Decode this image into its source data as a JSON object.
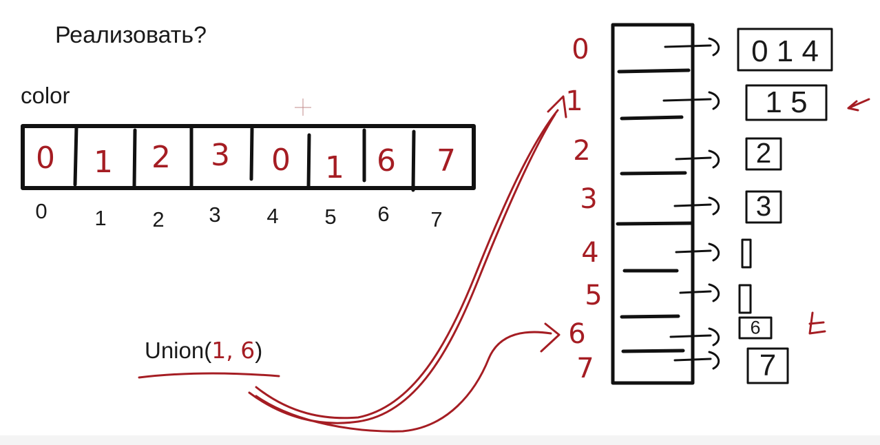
{
  "title": "Реализовать?",
  "color_array": {
    "label": "color",
    "values": [
      "0",
      "1",
      "2",
      "3",
      "0",
      "1",
      "6",
      "7"
    ],
    "indices": [
      "0",
      "1",
      "2",
      "3",
      "4",
      "5",
      "6",
      "7"
    ]
  },
  "union": {
    "prefix": "Union(",
    "arg1": "1",
    "sep": ", ",
    "arg2": "6",
    "suffix": ")"
  },
  "lists": {
    "indices": [
      "0",
      "1",
      "2",
      "3",
      "4",
      "5",
      "6",
      "7"
    ],
    "contents": [
      "0 1 4",
      "1 5",
      "2",
      "3",
      "",
      "",
      "6",
      "7"
    ]
  },
  "colors": {
    "ink": "#111111",
    "hand": "#a51d23",
    "text": "#1a1a1a"
  }
}
